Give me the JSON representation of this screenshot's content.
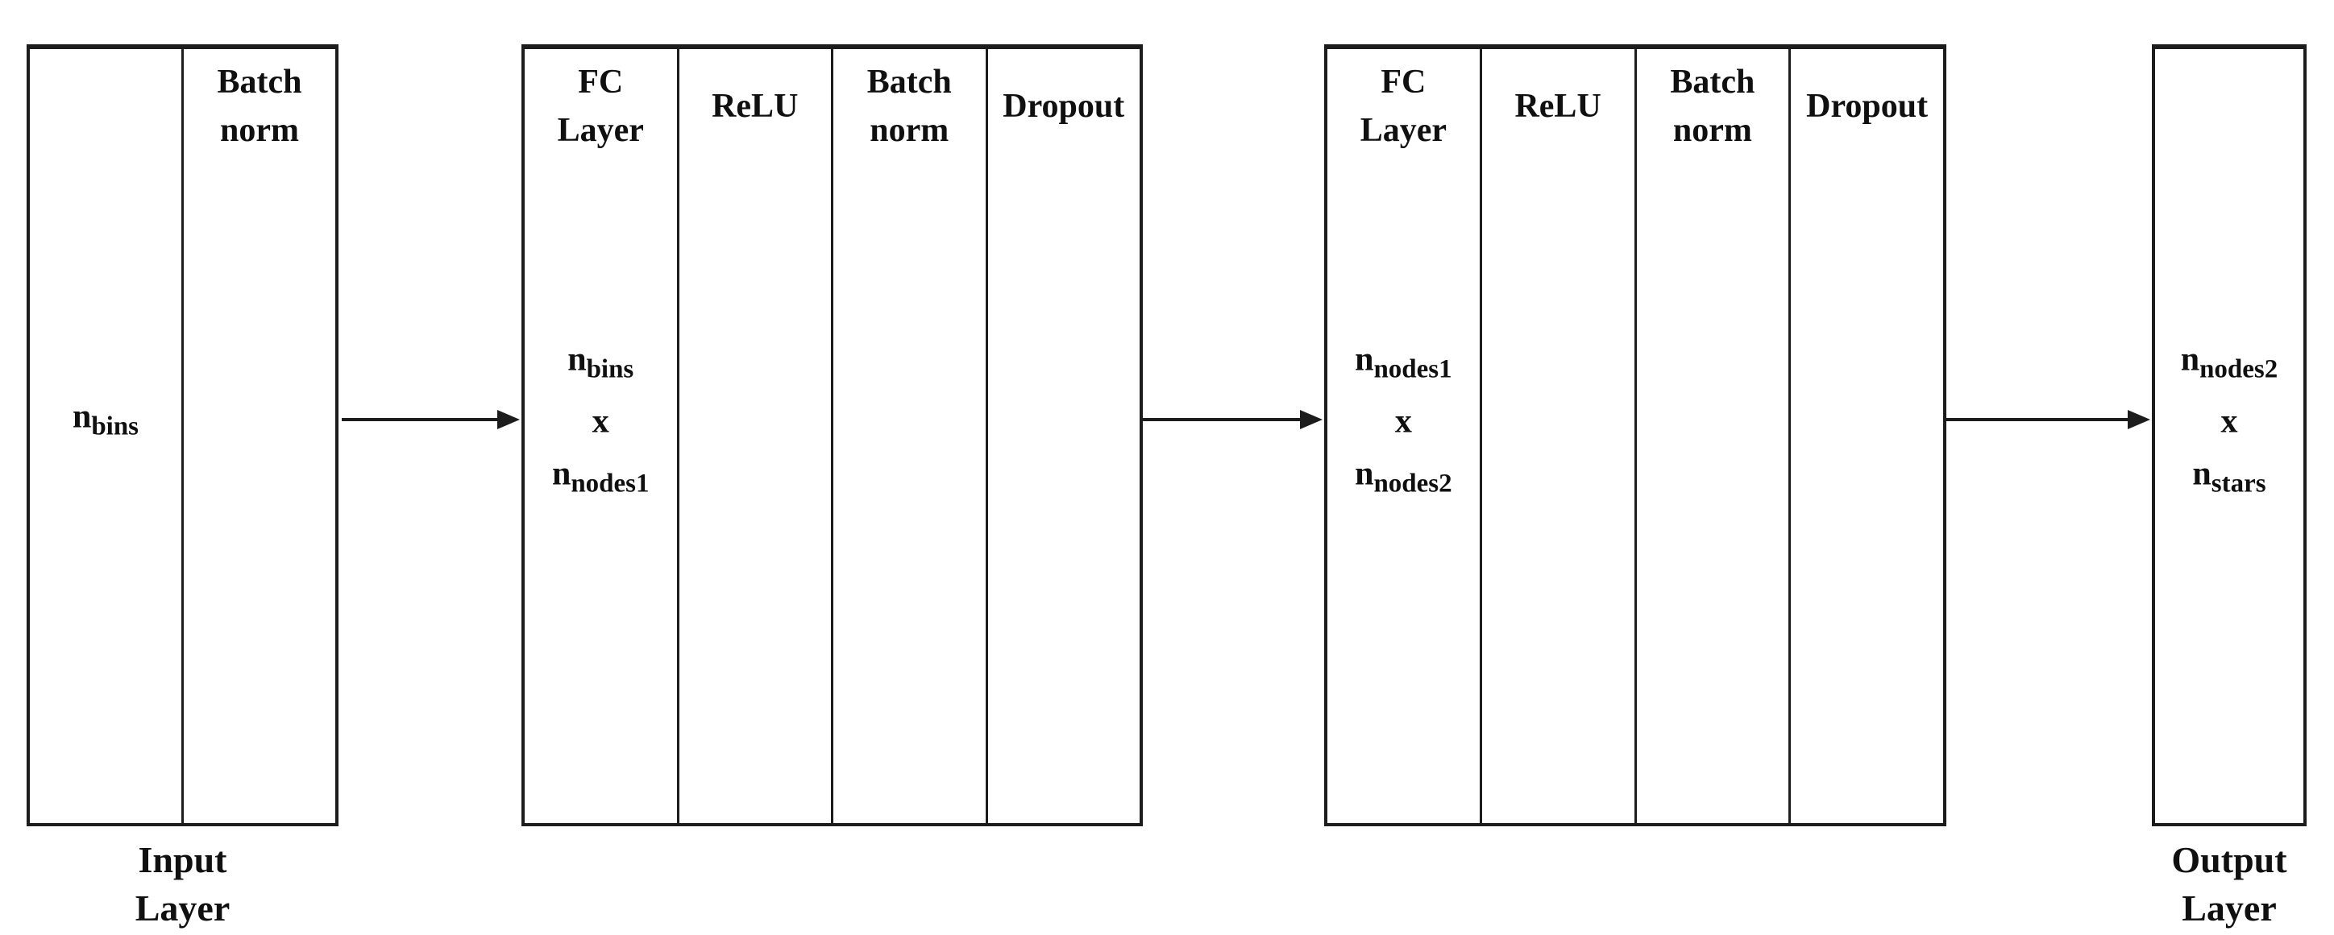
{
  "colors": {
    "line": "#1c1c1c",
    "text": "#101010",
    "background": "#ffffff"
  },
  "input_layer": {
    "batch_norm_header": {
      "line1": "Batch",
      "line2": "norm"
    },
    "dimension": {
      "base": "n",
      "sub": "bins"
    },
    "caption": {
      "line1": "Input",
      "line2": "Layer"
    }
  },
  "hidden_block_1": {
    "fc_header": {
      "line1": "FC",
      "line2": "Layer"
    },
    "relu_header": "ReLU",
    "batch_norm_header": {
      "line1": "Batch",
      "line2": "norm"
    },
    "dropout_header": "Dropout",
    "dimension": {
      "line1": {
        "base": "n",
        "sub": "bins"
      },
      "times": "x",
      "line2": {
        "base": "n",
        "sub": "nodes1"
      }
    }
  },
  "hidden_block_2": {
    "fc_header": {
      "line1": "FC",
      "line2": "Layer"
    },
    "relu_header": "ReLU",
    "batch_norm_header": {
      "line1": "Batch",
      "line2": "norm"
    },
    "dropout_header": "Dropout",
    "dimension": {
      "line1": {
        "base": "n",
        "sub": "nodes1"
      },
      "times": "x",
      "line2": {
        "base": "n",
        "sub": "nodes2"
      }
    }
  },
  "output_layer": {
    "dimension": {
      "line1": {
        "base": "n",
        "sub": "nodes2"
      },
      "times": "x",
      "line2": {
        "base": "n",
        "sub": "stars"
      }
    },
    "caption": {
      "line1": "Output",
      "line2": "Layer"
    }
  }
}
